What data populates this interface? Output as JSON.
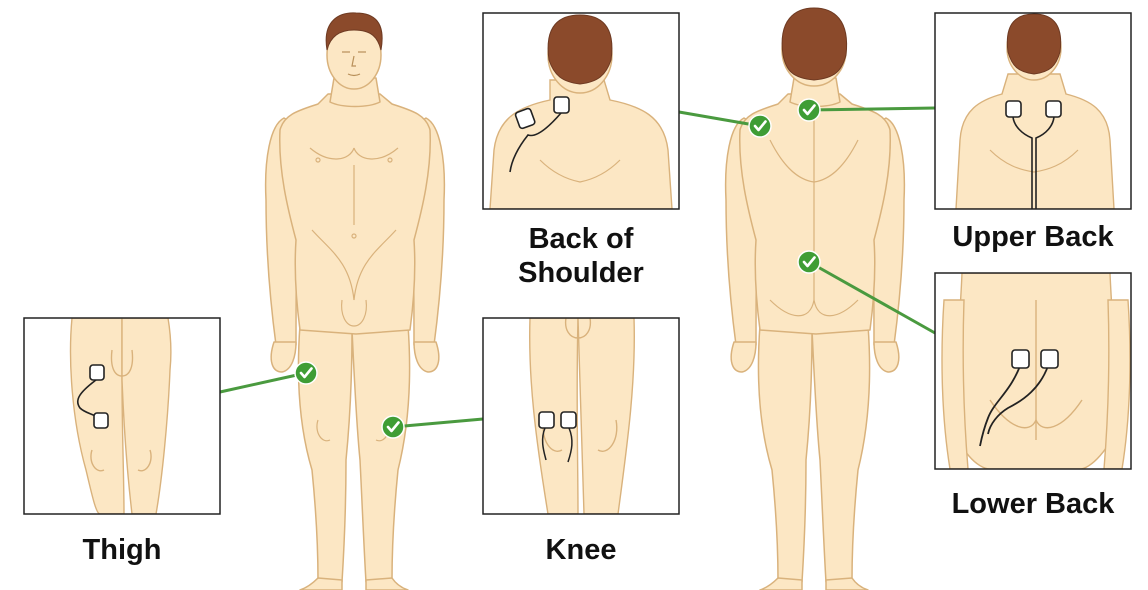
{
  "labels": {
    "thigh": "Thigh",
    "knee": "Knee",
    "back_of_shoulder": "Back of\nShoulder",
    "upper_back": "Upper Back",
    "lower_back": "Lower Back"
  },
  "colors": {
    "skin": "#fce7c4",
    "skin_outline": "#d9b27c",
    "hair": "#8b4a2b",
    "connector": "#4a9a3f",
    "check_fill": "#3f9d35",
    "pad_outline": "#222222",
    "frame": "#222222"
  },
  "icons": {
    "check": "checkmark-badge-icon",
    "pad": "electrode-pad-icon"
  }
}
